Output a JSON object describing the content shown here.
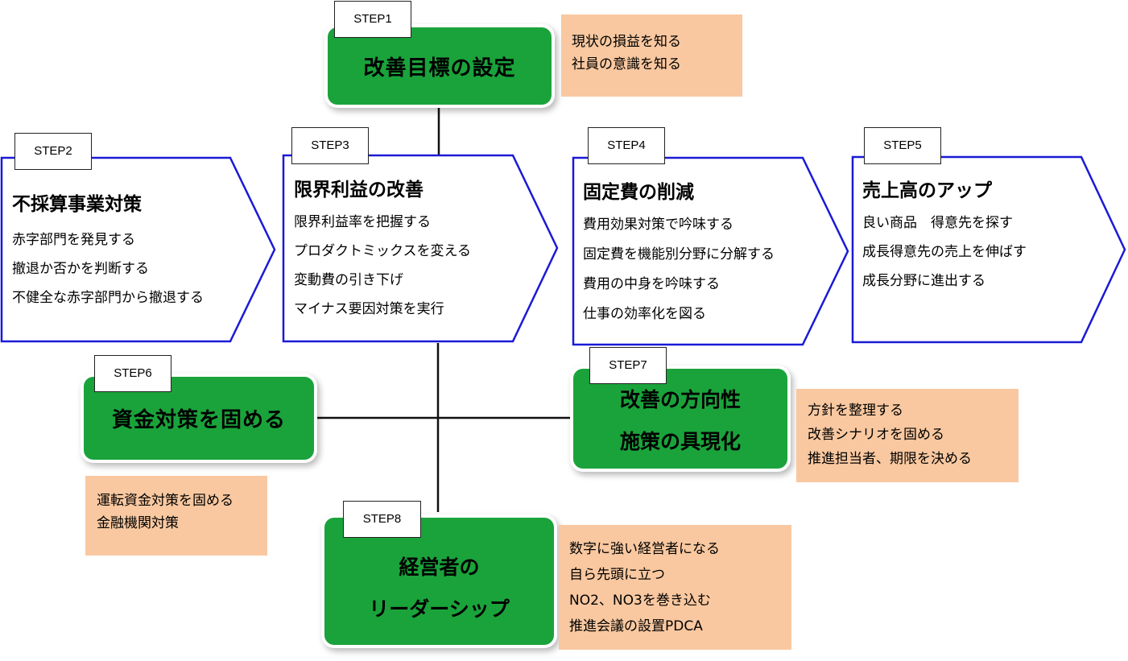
{
  "colors": {
    "green": "#1aa33b",
    "peach": "#f9c8a0",
    "chevron_border": "#1a1ad6",
    "line": "#111111"
  },
  "step1": {
    "tag": "STEP1",
    "title": "改善目標の設定",
    "notes": [
      "現状の損益を知る",
      "社員の意識を知る"
    ]
  },
  "step2": {
    "tag": "STEP2",
    "title": "不採算事業対策",
    "items": [
      "赤字部門を発見する",
      "撤退か否かを判断する",
      "不健全な赤字部門から撤退する"
    ]
  },
  "step3": {
    "tag": "STEP3",
    "title": "限界利益の改善",
    "items": [
      "限界利益率を把握する",
      "プロダクトミックスを変える",
      "変動費の引き下げ",
      "マイナス要因対策を実行"
    ]
  },
  "step4": {
    "tag": "STEP4",
    "title": "固定費の削減",
    "items": [
      "費用効果対策で吟味する",
      "固定費を機能別分野に分解する",
      "費用の中身を吟味する",
      "仕事の効率化を図る"
    ]
  },
  "step5": {
    "tag": "STEP5",
    "title": "売上高のアップ",
    "items": [
      "良い商品　得意先を探す",
      "成長得意先の売上を伸ばす",
      "成長分野に進出する"
    ]
  },
  "step6": {
    "tag": "STEP6",
    "title": "資金対策を固める",
    "notes": [
      "運転資金対策を固める",
      "金融機関対策"
    ]
  },
  "step7": {
    "tag": "STEP7",
    "title_lines": [
      "改善の方向性",
      "施策の具現化"
    ],
    "notes": [
      "方針を整理する",
      "改善シナリオを固める",
      "推進担当者、期限を決める"
    ]
  },
  "step8": {
    "tag": "STEP8",
    "title_lines": [
      "経営者の",
      "リーダーシップ"
    ],
    "notes": [
      "数字に強い経営者になる",
      "自ら先頭に立つ",
      "NO2、NO3を巻き込む",
      "推進会議の設置PDCA"
    ]
  }
}
